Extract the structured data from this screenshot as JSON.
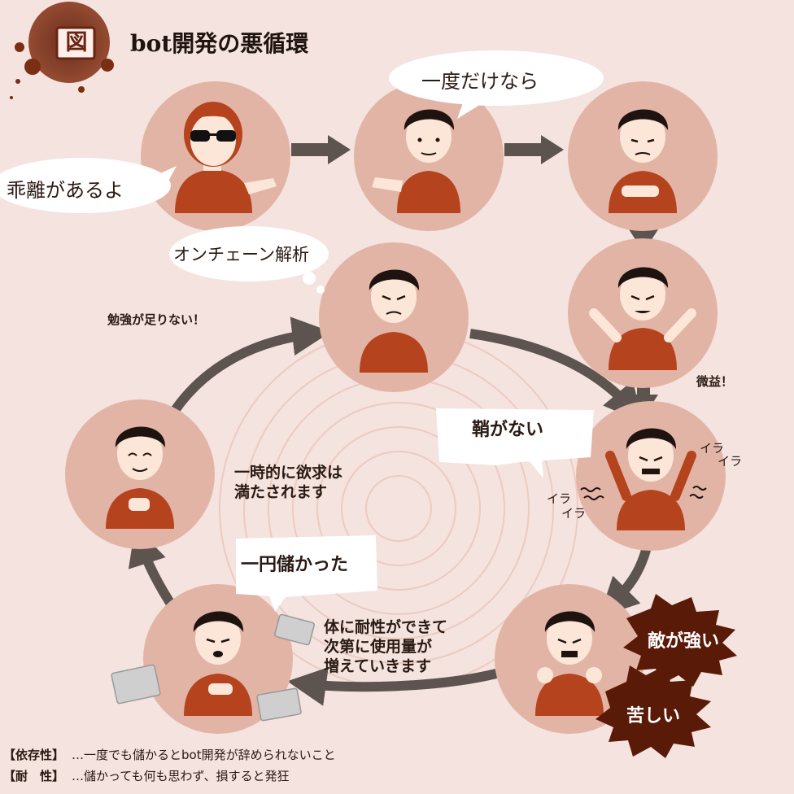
{
  "header": {
    "badge": "図",
    "title": "bot開発の悪循環"
  },
  "speech": {
    "kairi": "乖離があるよ",
    "ichido": "一度だけなら",
    "onchain": "オンチェーン解析",
    "sayaganai": "鞘がない",
    "ichien": "一円儲かった"
  },
  "labels": {
    "benkyo": "勉強が足りない！",
    "bieki": "微益！",
    "ira1_top": "イラ",
    "ira1_bottom": "イラ",
    "ira2_top": "イラ",
    "ira2_bottom": "イラ",
    "yokkyu_line1": "一時的に欲求は",
    "yokkyu_line2": "満たされます",
    "taisei_line1": "体に耐性ができて",
    "taisei_line2": "次第に使用量が",
    "taisei_line3": "増えていきます"
  },
  "bursts": {
    "teki": "敵が強い",
    "kurushii": "苦しい"
  },
  "footer": {
    "dependence_tag": "【依存性】",
    "dependence_text": "…一度でも儲かるとbot開発が辞められないこと",
    "tolerance_tag": "【耐　性】",
    "tolerance_text": "…儲かっても何も思わず、損すると発狂"
  },
  "colors": {
    "background": "#f4e3de",
    "circle": "#e2b4a6",
    "shirt": "#b4431e",
    "hair": "#1e130e",
    "skin": "#fbe6d8",
    "arrow": "#5e544f",
    "badge": "#6b2310",
    "burst": "#5a1a08"
  },
  "icons": [
    "figure-icon",
    "sunglasses-icon",
    "arrow-icon",
    "burst-icon",
    "receipt-icon",
    "thought-bubble-icon"
  ]
}
